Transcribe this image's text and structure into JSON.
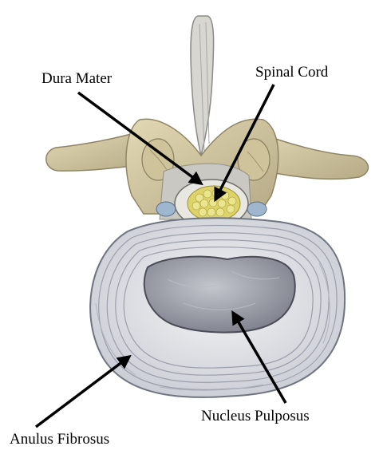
{
  "labels": {
    "dura_mater": "Dura Mater",
    "spinal_cord": "Spinal Cord",
    "nucleus_pulposus": "Nucleus Pulposus",
    "anulus_fibrosus": "Anulus Fibrosus"
  },
  "colors": {
    "bone": "#d6cba4",
    "bone_shadow": "#a99f7c",
    "disc_ring": "#dfe1e5",
    "disc_line": "#9aa0ab",
    "nucleus": "#9c9ea8",
    "cord": "#e4dc6c",
    "arrow": "#000000",
    "vessel": "#9fb6cf"
  }
}
